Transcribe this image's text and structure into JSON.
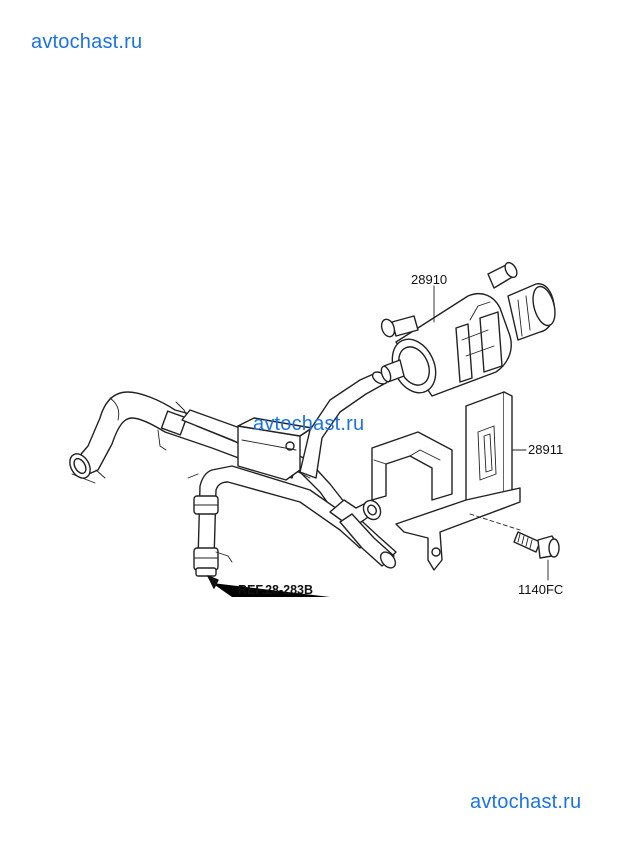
{
  "watermarks": {
    "top": "avtochast.ru",
    "middle": "avtochast.ru",
    "bottom": "avtochast.ru"
  },
  "labels": {
    "solenoid_valve": "28910",
    "bracket": "28911",
    "bolt": "1140FC",
    "reference": "REF.28-283B"
  },
  "colors": {
    "watermark": "#1a73e8",
    "line_art": "#222222",
    "background": "#ffffff"
  }
}
